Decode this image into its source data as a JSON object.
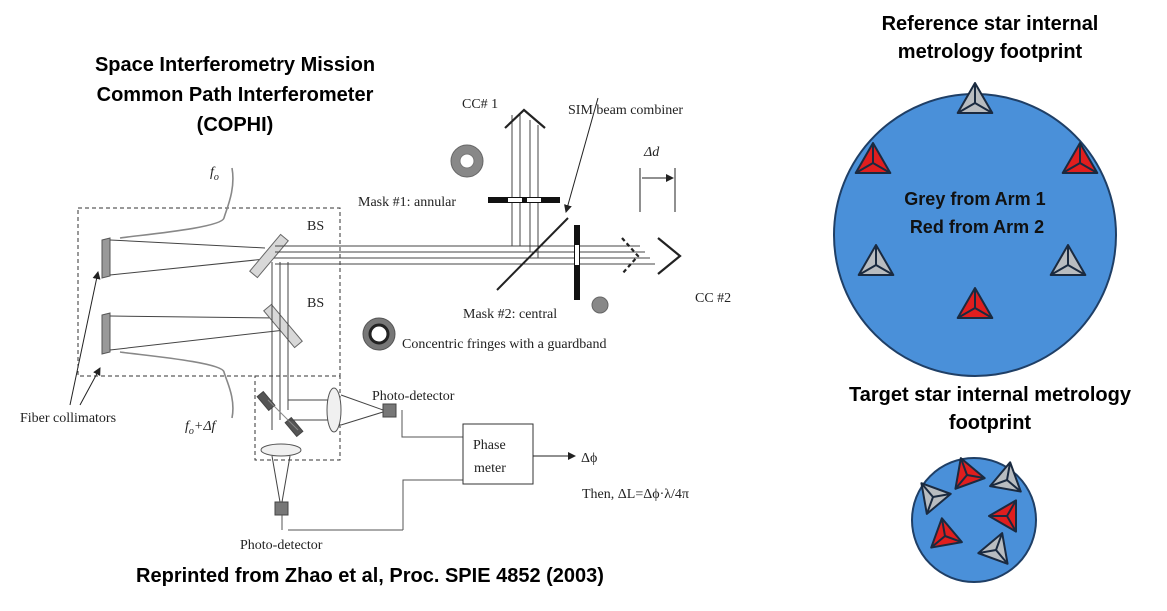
{
  "left_panel": {
    "title_line1": "Space Interferometry Mission",
    "title_line2": "Common Path Interferometer",
    "title_line3": "(COPHI)",
    "credit": "Reprinted from Zhao et al, Proc. SPIE 4852 (2003)"
  },
  "diagram_labels": {
    "f0": "f",
    "f0_sub": "o",
    "f0_df_prefix": "f",
    "f0_df_sub": "o",
    "f0_df_suffix": "+Δf",
    "bs1": "BS",
    "bs2": "BS",
    "cc1": "CC# 1",
    "cc2": "CC #2",
    "beam_combiner": "SIM beam combiner",
    "delta_d": "Δd",
    "mask1": "Mask #1: annular",
    "mask2": "Mask #2: central",
    "fringes": "Concentric fringes with a guardband",
    "fiber_collimators": "Fiber collimators",
    "photodetector_top": "Photo-detector",
    "photodetector_bottom": "Photo-detector",
    "phase_meter_line1": "Phase",
    "phase_meter_line2": "meter",
    "delta_phi": "Δϕ",
    "then_eq": "Then, ΔL=Δϕ·λ/4π"
  },
  "reference": {
    "title_line1": "Reference star internal",
    "title_line2": "metrology footprint",
    "center_line1": "Grey from Arm 1",
    "center_line2": "Red from Arm 2"
  },
  "target": {
    "title_line1": "Target star internal metrology",
    "title_line2": "footprint"
  },
  "colors": {
    "disk_fill": "#4a90d9",
    "disk_stroke": "#1f3f66",
    "arm1": "#b8bcc0",
    "arm2": "#e01e1e",
    "prism_edge": "#1a2a40"
  },
  "icons": {
    "arm1_marker": "grey-corner-cube-icon",
    "arm2_marker": "red-corner-cube-icon"
  }
}
